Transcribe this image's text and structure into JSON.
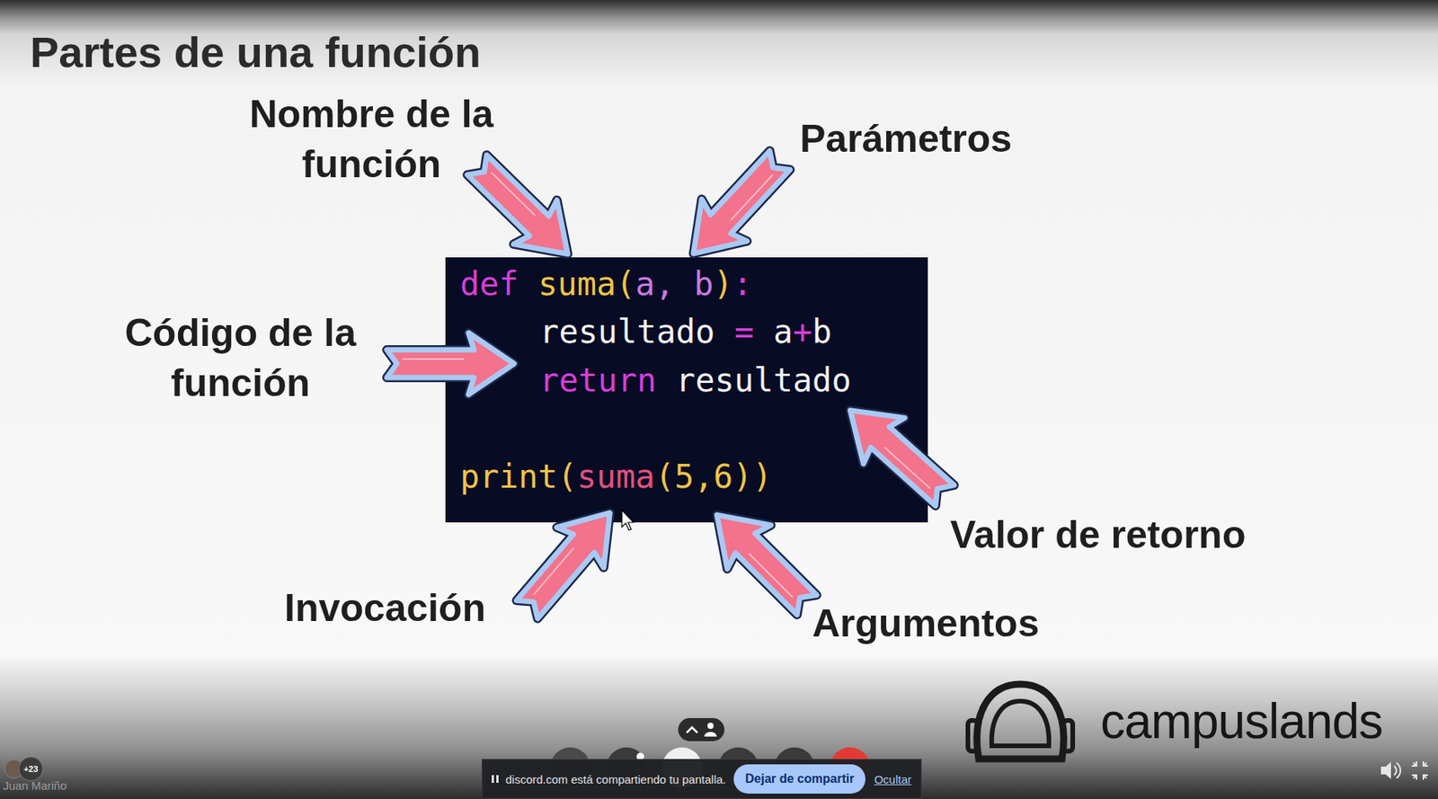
{
  "diagram": {
    "title": "Partes de una función",
    "nodes": [
      {
        "text": [
          "def suma(a, b):",
          "resultado = a+b",
          "return resultado",
          "print(suma(5,6))"
        ]
      },
      {
        "text": [
          "+23"
        ]
      },
      {
        "text": [
          "discord.com está compartiendo tu pantalla.",
          "Ocultar"
        ]
      },
      {
        "text": [
          "Dejar de compartir"
        ],
        "in": 2
      }
    ],
    "labels": [
      "Nombre de la función",
      "Parámetros",
      "Código de la función",
      "Valor de retorno",
      "Invocación",
      "Argumentos",
      "campuslands",
      "Juan Mariño"
    ]
  }
}
